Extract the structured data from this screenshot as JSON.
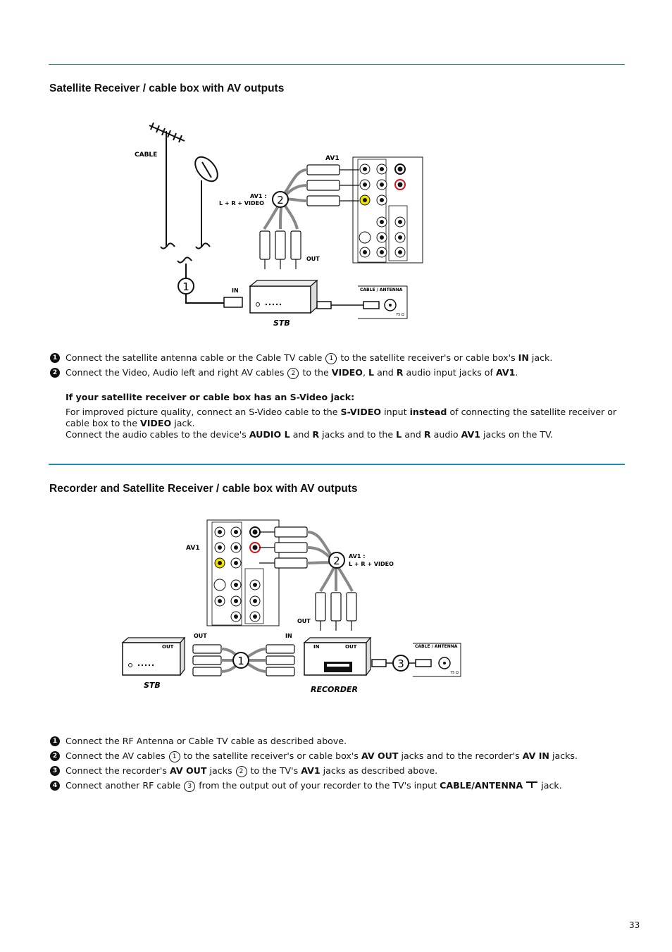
{
  "section1": {
    "title": "Satellite Receiver / cable box with AV outputs",
    "diagram": {
      "cable_label": "CABLE",
      "av1_label": "AV1",
      "av1_conn_line1": "AV1 :",
      "av1_conn_line2": "L + R + VIDEO",
      "out_label": "OUT",
      "in_label": "IN",
      "stb_label": "STB",
      "cable_antenna_label": "CABLE / ANTENNA",
      "ohm_label": "75 Ω",
      "callout1": "1",
      "callout2": "2"
    },
    "step1": {
      "num": "1",
      "a": "Connect the satellite antenna cable or the Cable TV cable",
      "ref": "1",
      "b": "to the satellite receiver's or cable box's",
      "bold": "IN",
      "c": "jack."
    },
    "step2": {
      "num": "2",
      "a": "Connect the Video, Audio left and right AV cables",
      "ref": "2",
      "b": "to the",
      "video": "VIDEO",
      "comma": ",",
      "l": "L",
      "and": "and",
      "r": "R",
      "c": "audio input jacks of",
      "av1": "AV1",
      "d": "."
    },
    "svideo": {
      "heading": "If your satellite receiver or cable box has an S-Video jack:",
      "p1_a": "For improved picture quality, connect an S-Video cable to the",
      "p1_svideo": "S-VIDEO",
      "p1_b": "input",
      "p1_instead": "instead",
      "p1_c": "of connecting the satellite receiver or cable box to the",
      "p1_video": "VIDEO",
      "p1_d": "jack.",
      "p2_a": "Connect the audio cables to the device's",
      "p2_audiol": "AUDIO L",
      "p2_and1": "and",
      "p2_r1": "R",
      "p2_b": "jacks and to the",
      "p2_l": "L",
      "p2_and2": "and",
      "p2_r2": "R",
      "p2_c": "audio",
      "p2_av1": "AV1",
      "p2_d": "jacks on the TV."
    }
  },
  "section2": {
    "title": "Recorder and Satellite Receiver / cable box with AV outputs",
    "diagram": {
      "av1_label": "AV1",
      "av1_conn_line1": "AV1 :",
      "av1_conn_line2": "L + R + VIDEO",
      "out_label": "OUT",
      "in_label": "IN",
      "stb_label": "STB",
      "recorder_label": "RECORDER",
      "cable_antenna_label": "CABLE / ANTENNA",
      "ohm_label": "75 Ω",
      "callout1": "1",
      "callout2": "2",
      "callout3": "3"
    },
    "step1": {
      "num": "1",
      "a": "Connect the RF Antenna or Cable TV cable as described above."
    },
    "step2": {
      "num": "2",
      "a": "Connect the AV cables",
      "ref": "1",
      "b": "to the satellite receiver's or cable box's",
      "avout": "AV OUT",
      "c": "jacks and to the recorder's",
      "avin": "AV IN",
      "d": "jacks."
    },
    "step3": {
      "num": "3",
      "a": "Connect the recorder's",
      "avout": "AV OUT",
      "b": "jacks",
      "ref": "2",
      "c": "to the TV's",
      "av1": "AV1",
      "d": "jacks as described above."
    },
    "step4": {
      "num": "4",
      "a": "Connect another RF cable",
      "ref": "3",
      "b": "from the output out of your recorder to the TV's input",
      "ca": "CABLE/ANTENNA",
      "c": "jack."
    }
  },
  "page_number": "33"
}
